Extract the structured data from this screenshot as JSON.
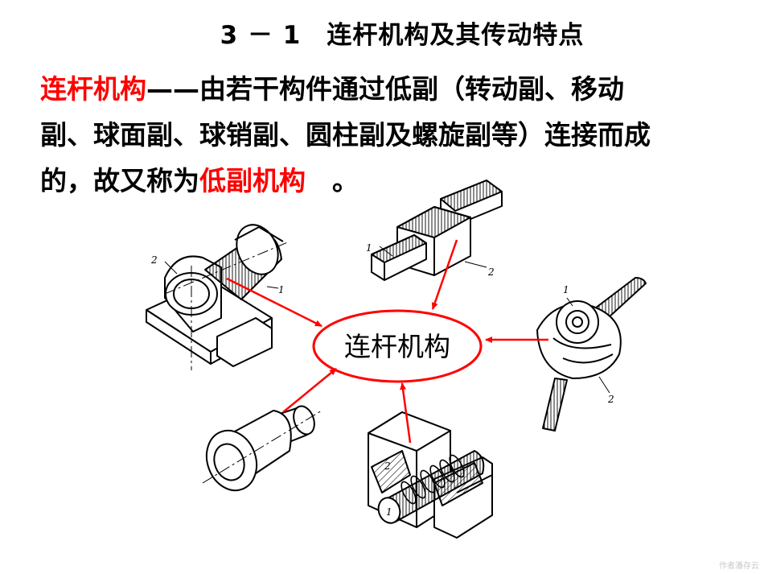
{
  "title": "3 － 1　连杆机构及其传动特点",
  "definition": {
    "term": "连杆机构",
    "dash": "——",
    "line1": "由若干构件通过低副（转动副、移动",
    "line2": "副、球面副、球销副、圆柱副及螺旋副等）连接而成",
    "line3_pre": "的，故又称为",
    "term2": "低副机构",
    "line3_post": "　。"
  },
  "center_label": "连杆机构",
  "part_labels": {
    "revolute_1": "1",
    "revolute_2": "2",
    "prismatic_1": "1",
    "prismatic_2": "2",
    "spherical_1": "1",
    "spherical_2": "2",
    "helical_1": "1",
    "helical_2": "2"
  },
  "colors": {
    "accent": "#ff0000",
    "ink": "#000000"
  },
  "watermark": "作者潘存云"
}
